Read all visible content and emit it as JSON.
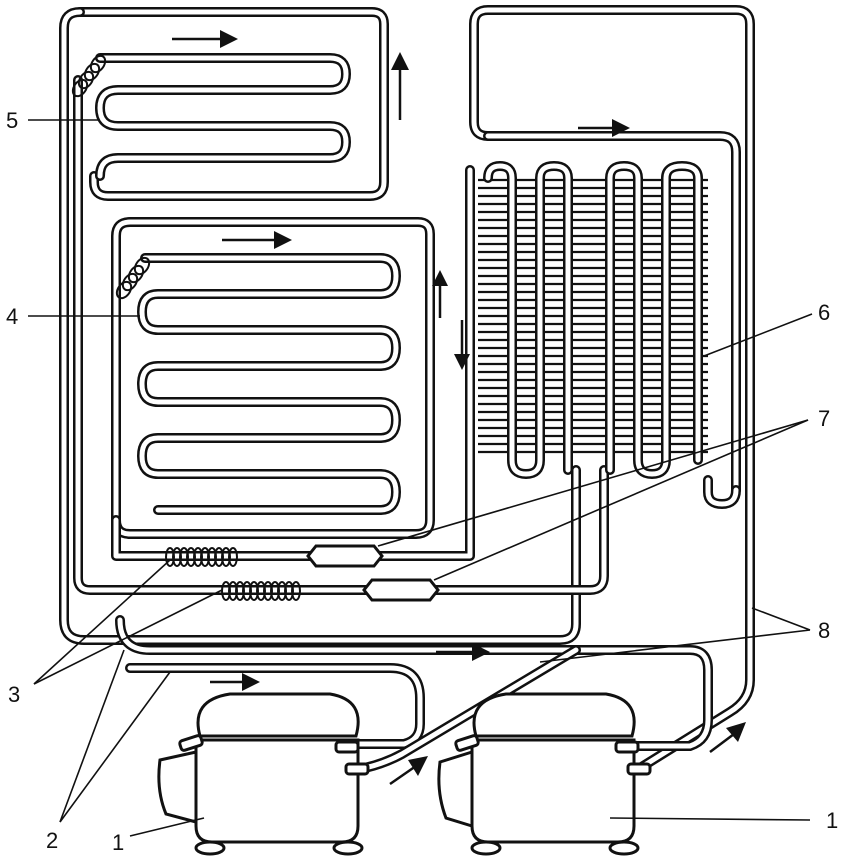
{
  "labels": {
    "l1a": "1",
    "l1b": "1",
    "l2": "2",
    "l3": "3",
    "l4": "4",
    "l5": "5",
    "l6": "6",
    "l7": "7",
    "l8": "8"
  },
  "colors": {
    "ink": "#111111",
    "paper": "#ffffff"
  }
}
